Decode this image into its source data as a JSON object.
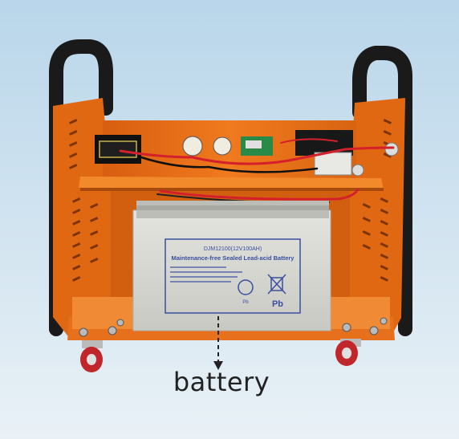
{
  "caption": "battery",
  "battery_label": {
    "model": "DJM12100(12V100AH)",
    "title": "Maintenance-free Sealed Lead-acid Battery",
    "recycle_mark": "Pb",
    "bin_mark": "Pb"
  },
  "colors": {
    "background": "#cfe2ee",
    "frame": "#e8701a",
    "handle": "#1a1a1a",
    "battery_case": "#d9d9d4",
    "label_text": "#3a4fa0",
    "wheel": "#c0262a",
    "cable_red": "#d4202a"
  }
}
